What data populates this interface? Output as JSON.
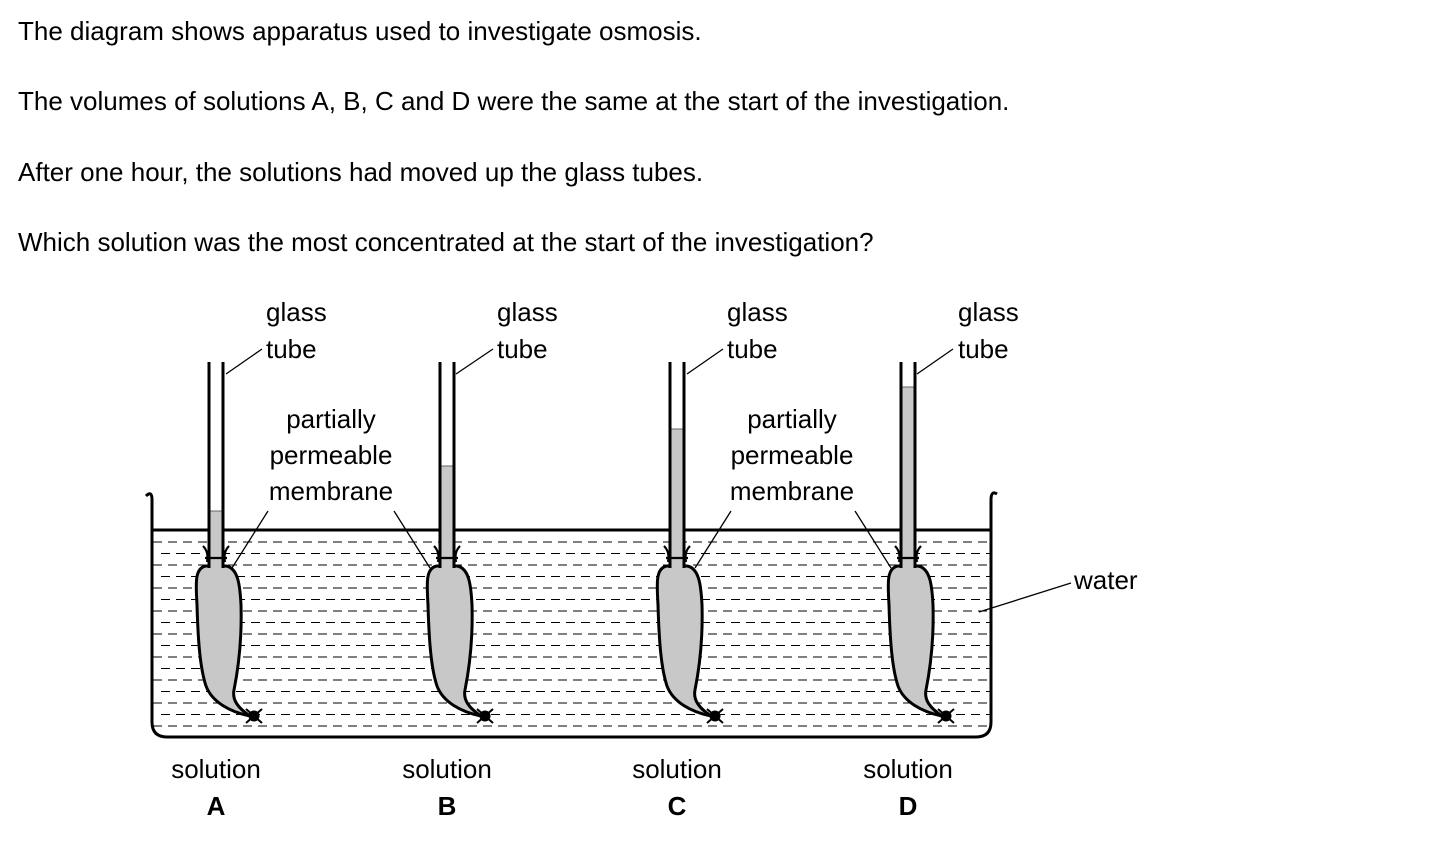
{
  "question": {
    "line1": "The diagram shows apparatus used to investigate osmosis.",
    "line2": "The volumes of solutions A, B, C and D were the same at the start of the investigation.",
    "line3": "After one hour, the solutions had moved up the glass tubes.",
    "line4": "Which solution was the most concentrated at the start of the investigation?"
  },
  "diagram": {
    "tube_label_line1": "glass",
    "tube_label_line2": "tube",
    "membrane_label_line1": "partially",
    "membrane_label_line2": "permeable",
    "membrane_label_line3": "membrane",
    "water_label": "water",
    "solution_word": "solution",
    "solutions": [
      {
        "letter": "A"
      },
      {
        "letter": "B"
      },
      {
        "letter": "C"
      },
      {
        "letter": "D"
      }
    ],
    "colors": {
      "solution_fill": "#c8c8c8",
      "outline": "#000000",
      "water_dash": "#000000"
    }
  }
}
